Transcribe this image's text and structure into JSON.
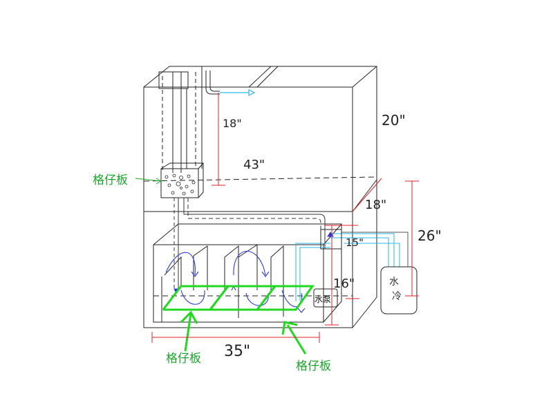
{
  "colors": {
    "outline": "#222222",
    "dimension": "#e0202a",
    "cyan": "#29b6e8",
    "blue": "#2a3ad6",
    "green": "#1fd81f",
    "green_label": "#1aa52a",
    "dark_grey": "#555555"
  },
  "labels": {
    "top_tank_height": "20\"",
    "overflow_height": "18\"",
    "top_tank_length": "43\"",
    "stand_height": "18\"",
    "total_height": "26\"",
    "sump_height": "16\"",
    "sump_length": "35\"",
    "return_riser": "15\"",
    "filter_plate_top": "格仔板",
    "filter_plate_left": "格仔板",
    "filter_plate_right": "格仔板",
    "pump": "水泵",
    "chiller_1": "水",
    "chiller_2": "冷"
  }
}
